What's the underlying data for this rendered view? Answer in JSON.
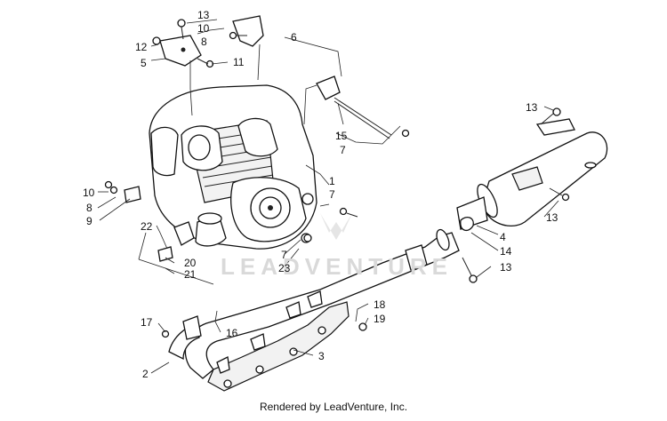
{
  "footer": "Rendered by LeadVenture, Inc.",
  "watermark": "LEADVENTURE",
  "callouts": [
    "13",
    "10",
    "8",
    "12",
    "5",
    "11",
    "6",
    "15",
    "7",
    "1",
    "7",
    "10",
    "8",
    "9",
    "22",
    "20",
    "21",
    "7",
    "23",
    "13",
    "13",
    "4",
    "14",
    "13",
    "2",
    "3",
    "16",
    "17",
    "18",
    "19"
  ]
}
